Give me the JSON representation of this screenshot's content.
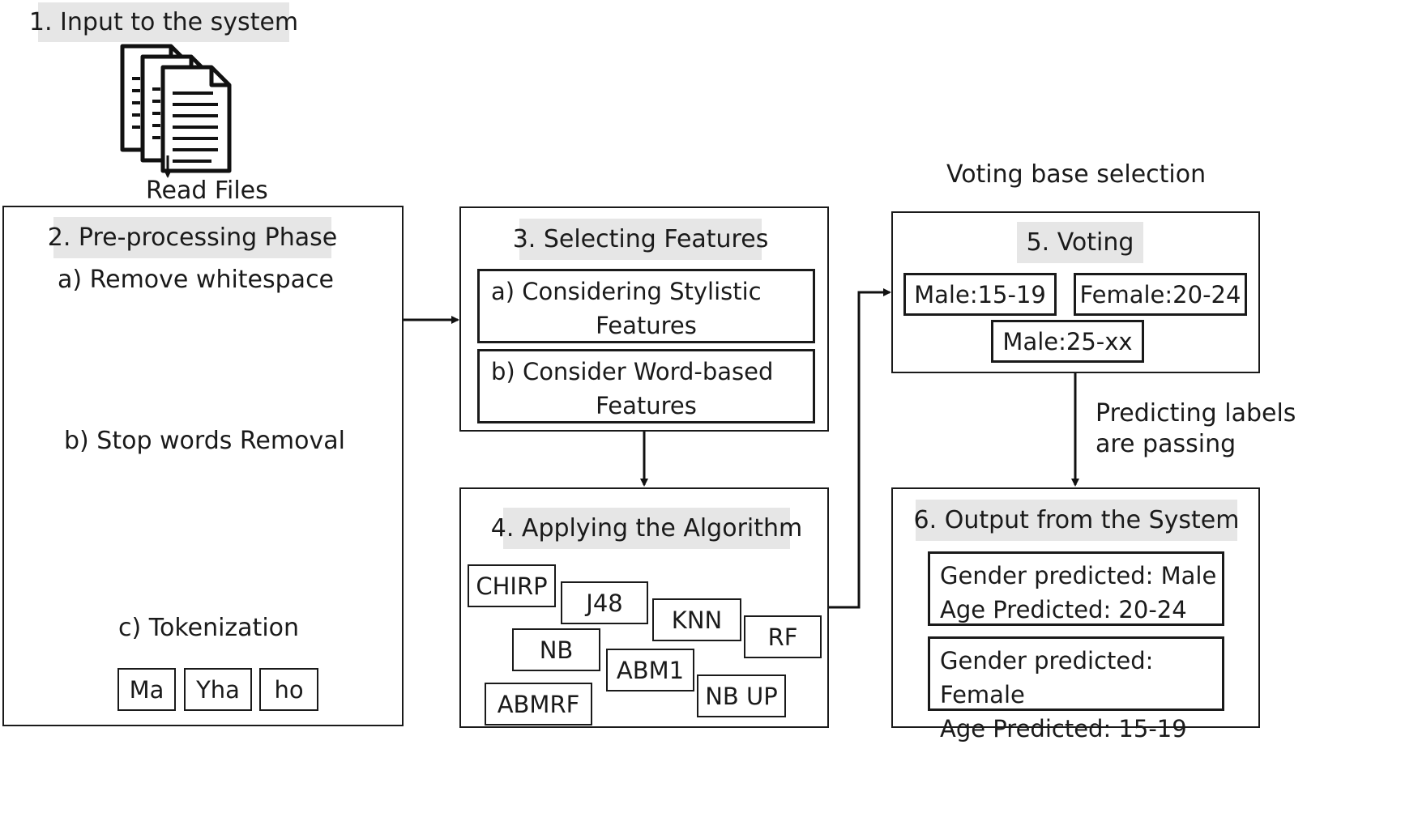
{
  "step1": {
    "title": "1. Input to the system",
    "read_label": "Read Files"
  },
  "step2": {
    "title": "2. Pre-processing Phase",
    "sub_a": "a) Remove whitespace",
    "sub_b": "b) Stop words Removal",
    "sub_c": "c) Tokenization",
    "tokens": [
      "Ma",
      "Yha",
      "ho"
    ]
  },
  "step3": {
    "title": "3. Selecting Features",
    "feature_a_line1": "a) Considering Stylistic",
    "feature_a_line2": "Features",
    "feature_b_line1": "b) Consider Word-based",
    "feature_b_line2": "Features"
  },
  "step4": {
    "title": "4. Applying the Algorithm",
    "algorithms": [
      "CHIRP",
      "J48",
      "KNN",
      "RF",
      "NB",
      "ABM1",
      "ABMRF",
      "NB UP"
    ]
  },
  "voting_caption": "Voting base selection",
  "step5": {
    "title": "5. Voting",
    "labels": [
      "Male:15-19",
      "Female:20-24",
      "Male:25-xx"
    ]
  },
  "passing_caption": {
    "line1": "Predicting labels",
    "line2": "are passing"
  },
  "step6": {
    "title": "6. Output from the System",
    "outputs": [
      {
        "gender": "Gender predicted: Male",
        "age": "Age Predicted: 20-24"
      },
      {
        "gender": "Gender predicted: Female",
        "age": "Age Predicted: 15-19"
      }
    ]
  },
  "icons": [
    "documents-icon"
  ]
}
